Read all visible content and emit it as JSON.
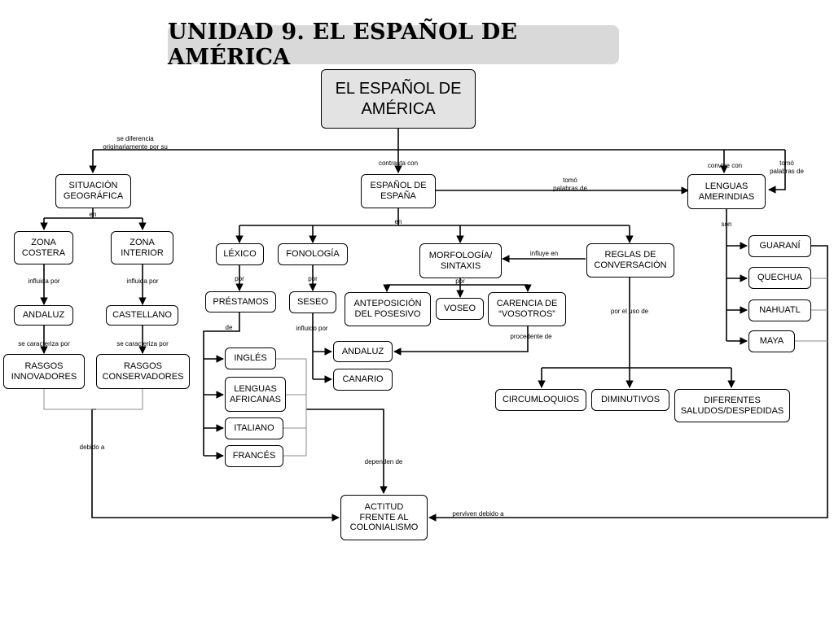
{
  "title": "UNIDAD 9. EL ESPAÑOL DE AMÉRICA",
  "nodes": {
    "root": "EL ESPAÑOL DE\nAMÉRICA",
    "situacion": "SITUACIÓN\nGEOGRÁFICA",
    "espana": "ESPAÑOL DE\nESPAÑA",
    "amerindias": "LENGUAS\nAMERINDIAS",
    "costera": "ZONA\nCOSTERA",
    "interior": "ZONA\nINTERIOR",
    "andaluz_left": "ANDALUZ",
    "castellano": "CASTELLANO",
    "innovadores": "RASGOS\nINNOVADORES",
    "conservadores": "RASGOS\nCONSERVADORES",
    "lexico": "LÉXICO",
    "fonologia": "FONOLOGÍA",
    "morfologia": "MORFOLOGÍA/\nSINTAXIS",
    "reglas": "REGLAS DE\nCONVERSACIÓN",
    "prestamos": "PRÉSTAMOS",
    "seseo": "SESEO",
    "anteposicion": "ANTEPOSICIÓN\nDEL POSESIVO",
    "voseo": "VOSEO",
    "carencia": "CARENCIA DE\n“VOSOTROS”",
    "ingles": "INGLÉS",
    "africanas": "LENGUAS\nAFRICANAS",
    "italiano": "ITALIANO",
    "frances": "FRANCÉS",
    "andaluz_mid": "ANDALUZ",
    "canario": "CANARIO",
    "circumloquios": "CIRCUMLOQUIOS",
    "diminutivos": "DIMINUTIVOS",
    "saludos": "DIFERENTES\nSALUDOS/DESPEDIDAS",
    "guarani": "GUARANÍ",
    "quechua": "QUECHUA",
    "nahuatl": "NAHUATL",
    "maya": "MAYA",
    "actitud": "ACTITUD\nFRENTE AL\nCOLONIALISMO"
  },
  "links": {
    "se_diferencia": "se diferencia\noriginariamente por su",
    "contrasta": "contrasta con",
    "convive": "convive con",
    "tomo_top": "tomó\npalabras de",
    "tomo_mid": "tomó\npalabras de",
    "en_left": "en",
    "en_mid": "en",
    "son": "son",
    "influida_1": "influida por",
    "influida_2": "influida por",
    "caracteriza_1": "se caracteriza por",
    "caracteriza_2": "se caracteriza por",
    "por_lexico": "por",
    "por_fono": "por",
    "por_morfo": "por",
    "influye": "influye en",
    "de": "de",
    "influido": "influido por",
    "procedente": "procedente de",
    "por_el_uso": "por el uso de",
    "debido": "debido a",
    "dependen": "dependen de",
    "perviven": "perviven debido a"
  }
}
